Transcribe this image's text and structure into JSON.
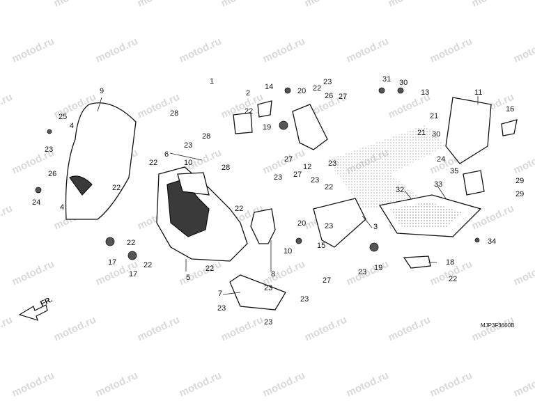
{
  "watermark": {
    "text": "motod.ru"
  },
  "diagram_code": "MJP3F3600B",
  "direction_label": "FR.",
  "callouts": [
    "1",
    "2",
    "3",
    "4",
    "4",
    "5",
    "6",
    "7",
    "8",
    "9",
    "10",
    "10",
    "11",
    "12",
    "13",
    "14",
    "15",
    "16",
    "17",
    "17",
    "18",
    "19",
    "19",
    "20",
    "20",
    "21",
    "21",
    "22",
    "22",
    "22",
    "22",
    "22",
    "22",
    "22",
    "22",
    "22",
    "22",
    "23",
    "23",
    "23",
    "23",
    "23",
    "23",
    "23",
    "23",
    "23",
    "23",
    "23",
    "23",
    "24",
    "24",
    "25",
    "26",
    "26",
    "27",
    "27",
    "27",
    "27",
    "28",
    "28",
    "28",
    "29",
    "29",
    "30",
    "30",
    "31",
    "32",
    "33",
    "34",
    "35"
  ],
  "colors": {
    "line": "#111111",
    "watermark": "#d9d9d9",
    "background": "#ffffff"
  }
}
